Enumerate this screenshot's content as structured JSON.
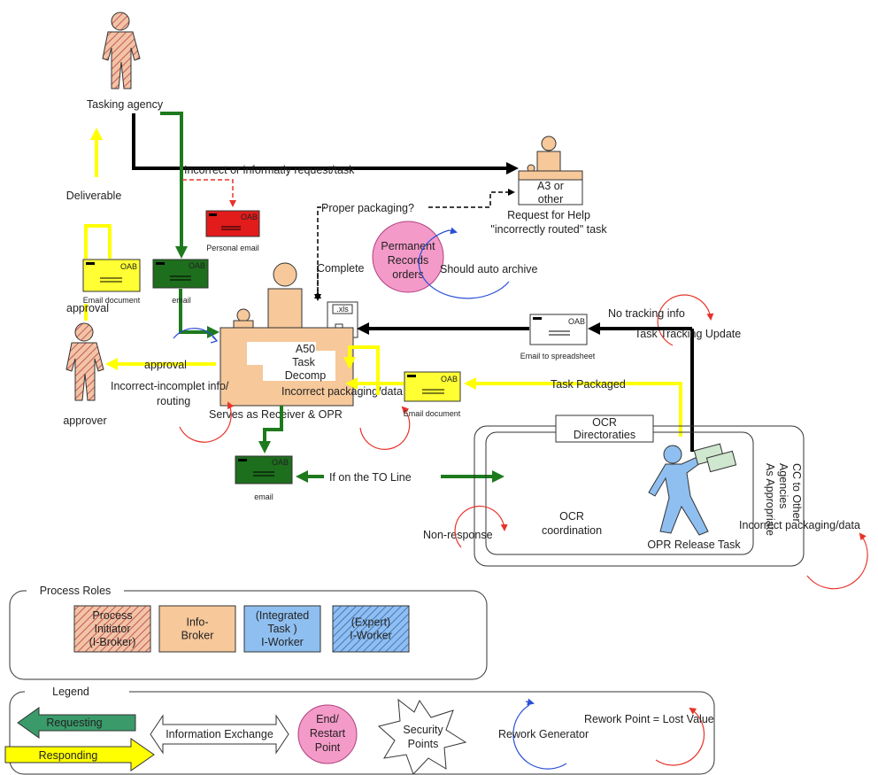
{
  "actors": {
    "tasking_agency": "Tasking agency",
    "approver": "approver"
  },
  "desks": {
    "a3": {
      "line1": "A3 or",
      "line2": "other"
    },
    "a50": {
      "line1": "A50",
      "line2": "Task",
      "line3": "Decomp"
    }
  },
  "flow_labels": {
    "incorrect_request": "Incorrect or informatly request/task",
    "deliverable": "Deliverable",
    "proper_packaging": "Proper packaging?",
    "request_help_1": "Request for Help",
    "request_help_2": "\"incorrectly routed\" task",
    "complete": "Complete",
    "should_auto_archive": "Should auto archive",
    "no_tracking_info": "No tracking info",
    "task_tracking_update": "Task Tracking Update",
    "approval_top": "approval",
    "approval": "approval",
    "incorrect_incomplete_1": "Incorrect-incomplet info/",
    "incorrect_incomplete_2": "routing",
    "incorrect_packaging": "Incorrect packaging/data",
    "serves_as": "Serves as Receiver & OPR",
    "task_packaged": "Task Packaged",
    "if_on_to_line": "If on the TO Line",
    "non_response": "Non-response",
    "ocr_coordination_1": "OCR",
    "ocr_coordination_2": "coordination",
    "opr_release_task": "OPR Release Task",
    "cc_1": "CC to Other",
    "cc_2": "Agencies",
    "cc_3": "As Appropriate",
    "incorrect_packaging_2": "Incorrect packaging/data"
  },
  "envelopes": {
    "personal_email": "Personal email",
    "email_document_left": "Email document",
    "email_green": "email",
    "email_green_2": "email",
    "email_to_spreadsheet": "Email to spreadsheet",
    "email_document_right": "Email document"
  },
  "records": {
    "line1": "Permanent",
    "line2": "Records",
    "line3": "orders"
  },
  "xls_label": ".xls",
  "ocr_directorates": {
    "line1": "OCR",
    "line2": "Directoraties"
  },
  "process_roles": {
    "title": "Process Roles",
    "items": [
      {
        "lines": [
          "Process",
          "Initiator",
          "(I-Broker)"
        ],
        "color": "#f6c89a"
      },
      {
        "lines": [
          "Info-",
          "Broker"
        ],
        "color": "#f6c89a"
      },
      {
        "lines": [
          "(Integrated",
          "Task )",
          "I-Worker"
        ],
        "color": "#8fbff0"
      },
      {
        "lines": [
          "(Expert)",
          "I-Worker"
        ],
        "color": "#8fbff0"
      }
    ]
  },
  "legend": {
    "title": "Legend",
    "requesting": "Requesting",
    "responding": "Responding",
    "information_exchange": "Information Exchange",
    "end_restart": {
      "line1": "End/",
      "line2": "Restart",
      "line3": "Point"
    },
    "security": {
      "line1": "Security",
      "line2": "Points"
    },
    "rework_generator": "Rework Generator",
    "rework_point": "Rework Point = Lost Value"
  },
  "colors": {
    "green": "#1d7a1d",
    "yellow": "#ffff00",
    "red": "#e8332a",
    "black": "#000000",
    "blue": "#2a4fd6",
    "pink": "#f49ac8",
    "peach": "#f6c89a",
    "lightblue": "#8fbff0"
  }
}
